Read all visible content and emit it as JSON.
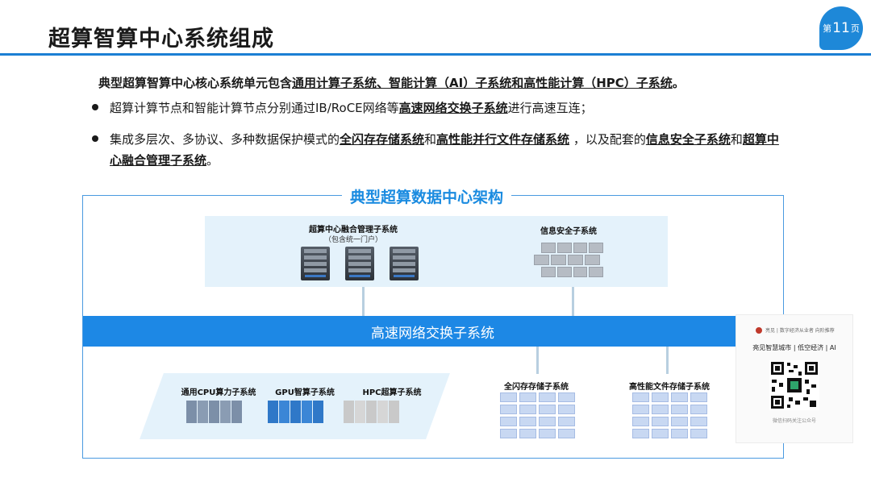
{
  "header": {
    "title": "超算智算中心系统组成",
    "page_prefix": "第",
    "page_num": "11",
    "page_suffix": "页"
  },
  "intro": {
    "line1": {
      "a": "典型超算智算中心核心系统单元包含",
      "b": "通用计算子系统",
      "c": "、智能计算（AI）子系统和高性能计算（HPC）子系统",
      "d": "。"
    },
    "bullet1": {
      "a": "超算计算节点和智能计算节点分别通过IB/RoCE网络等",
      "b": "高速网络交换子系统",
      "c": "进行高速互连；"
    },
    "bullet2": {
      "a": "集成多层次、多协议、多种数据保护模式的",
      "b": "全闪存存储系统",
      "c": "和",
      "d": "高性能并行文件存储系统",
      "e": " ，以及配套的",
      "f": "信息安全子系统",
      "g": "和",
      "h": "超算中心融合管理子系统",
      "i": "。"
    }
  },
  "diagram": {
    "title": "典型超算数据中心架构",
    "mgmt_label": "超算中心融合管理子系统",
    "mgmt_sub": "（包含统一门户）",
    "security_label": "信息安全子系统",
    "network_label": "高速网络交换子系统",
    "cpu_label": "通用CPU算力子系统",
    "gpu_label": "GPU智算子系统",
    "hpc_label": "HPC超算子系统",
    "flash_label": "全闪存存储子系统",
    "pfs_label": "高性能文件存储子系统",
    "colors": {
      "cpu": "#7c8fa8",
      "gpu": "#2f78c8",
      "hpc": "#c9c9c9"
    }
  },
  "qr": {
    "header": "亮见 | 数字经济从业者 向阶推荐",
    "title": "亮见智慧城市 | 低空经济 | AI",
    "footer": "微信扫码关注公众号"
  }
}
